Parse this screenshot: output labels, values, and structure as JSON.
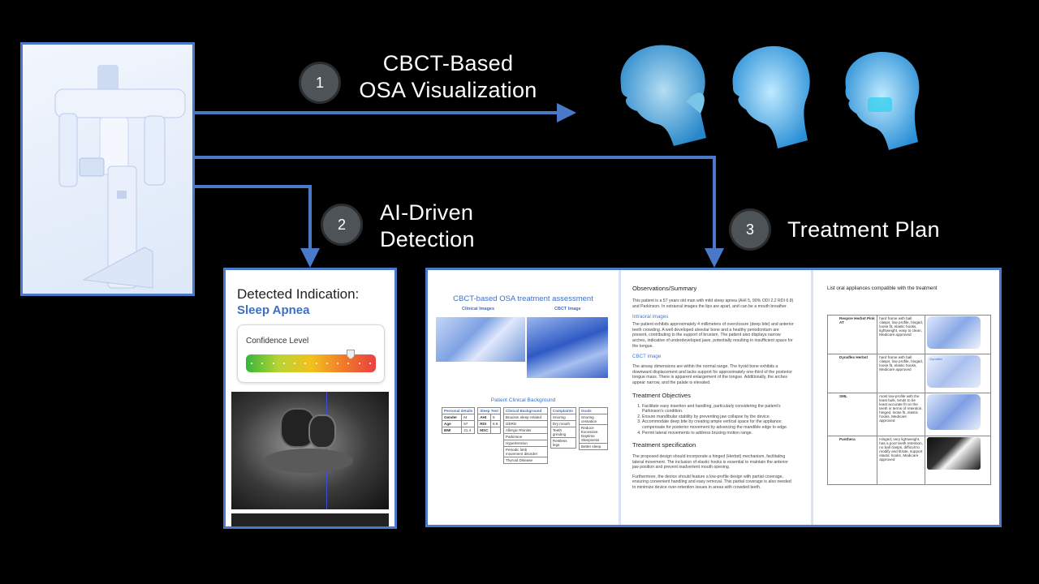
{
  "steps": [
    {
      "number": "1",
      "title_line1": "CBCT-Based",
      "title_line2": "OSA Visualization"
    },
    {
      "number": "2",
      "title_line1": "AI-Driven",
      "title_line2": "Detection"
    },
    {
      "number": "3",
      "title_line1": "Treatment Plan"
    }
  ],
  "colors": {
    "background": "#000000",
    "accent": "#4a79c9",
    "badge": "#4e5358"
  },
  "detection_panel": {
    "heading": "Detected Indication:",
    "indication": "Sleep Apnea",
    "confidence_label": "Confidence Level",
    "confidence_level": 0.8
  },
  "assessment_page": {
    "title": "CBCT-based OSA treatment assessment",
    "col_clinical": "Clinical Images",
    "col_cbct": "CBCT Image",
    "background_title": "Patient Clinical Background",
    "personal_header": "Personal details",
    "personal_rows": [
      [
        "Gender",
        "M"
      ],
      [
        "Age",
        "57"
      ],
      [
        "BMI",
        "21.4"
      ]
    ],
    "sleep_header": "Sleep Test",
    "sleep_rows": [
      [
        "AHI",
        "5"
      ],
      [
        "RDI",
        "6.8"
      ],
      [
        "MSC",
        ""
      ]
    ],
    "clinical_header": "Clinical Background",
    "clinical_rows": [
      "Bruxism sleep related",
      "GERD",
      "Allergic Rhinitis",
      "Parkinson",
      "Hypertension",
      "Periodic limb movement disorder",
      "Thyroid Disease"
    ],
    "complaints_header": "Complaints",
    "complaints_rows": [
      "Snoring",
      "Dry mouth",
      "Teeth grinding",
      "Restless legs"
    ],
    "goals_header": "Goals",
    "goals_rows": [
      "Snoring cessation",
      "Reduce Excessive Daytime Sleepiness",
      "Better sleep"
    ]
  },
  "summary_page": {
    "observations_title": "Observations/Summary",
    "observations_text": "This patient is a 57 years old man with mild sleep apnea (AHI 5, 90% ODI 2.2 RDI 6.8) and Parkinson. In extraoral images the lips are apart, and can be a mouth breather.",
    "intraoral_title": "Intraoral images",
    "intraoral_text": "The patient exhibits approximately 4 millimeters of overclosure (deep bite) and anterior teeth crowding. A well developed alveolar bone and a healthy periodontium are present, contributing to the support of bruxism. The patient also displays narrow arches, indicative of underdeveloped jaws, potentially resulting in insufficient space for the tongue.",
    "cbct_title": "CBCT image",
    "cbct_text": "The airway dimensions are within the normal range. The hyoid bone exhibits a downward displacement and lacks support for approximately one-third of the posterior tongue mass. There is apparent enlargement of the tongue. Additionally, the arches appear narrow, and the palate is elevated.",
    "objectives_title": "Treatment Objectives",
    "objectives": [
      "Facilitate easy insertion and handling, particularly considering the patient's Parkinson's condition.",
      "Ensure mandibular stability by preventing jaw collapse by the device.",
      "Accommodate deep bite by creating ample vertical space for the appliance; compensate for posterior movement by advancing the mandible edge to edge.",
      "Permit lateral movements to address bruxing motion range."
    ],
    "spec_title": "Treatment specification",
    "spec_text_1": "The proposed design should incorporate a hinged (Herbst) mechanism, facilitating lateral movement. The inclusion of elastic hooks is essential to maintain the anterior jaw position and prevent inadvertent mouth opening.",
    "spec_text_2": "Furthermore, the device should feature a low-profile design with partial coverage, ensuring convenient handling and easy removal. This partial coverage is also needed to minimize device over-retention issues in areas with crowded teeth."
  },
  "appliances_page": {
    "title": "List oral appliances compatible with the treatment",
    "rows": [
      {
        "name": "Respire Herbst Pink AT",
        "desc": "hard frame with ball clasps, low profile, hinged, loose fit, elastic hooks, lightweight, easy to clean, Medicare approved"
      },
      {
        "name": "Dynaflex Herbst",
        "desc": "hard frame with ball clasps, low profile, hinged, loose fit, elastic hooks, Medicare approved"
      },
      {
        "name": "SML",
        "desc": "most low-profile with the least bulk, tends to be least accurate fit on the teeth in terms of retention, hinged, loose fit, elastic hooks, Medicare approved"
      },
      {
        "name": "Panthera",
        "desc": "Hinged, very lightweight, has a poor teeth retention, no ball clasps, difficult to modify and titrate, support elastic hooks, Medicare approved"
      }
    ],
    "brand_label": "Dynaflex"
  }
}
